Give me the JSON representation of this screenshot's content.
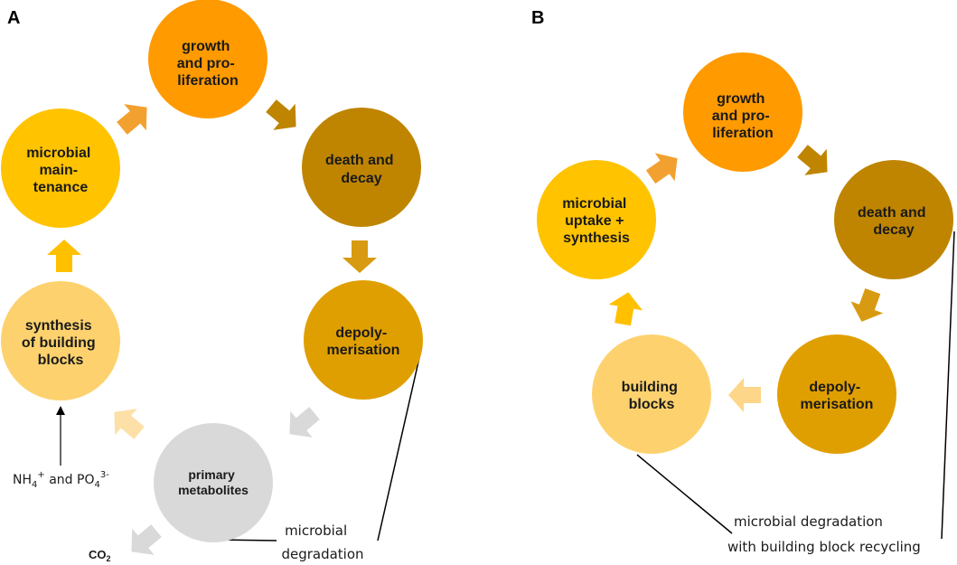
{
  "panel_a": {
    "letter": "A",
    "nodes": {
      "growth": [
        "growth",
        "and pro-",
        "liferation"
      ],
      "death": [
        "death and",
        "decay"
      ],
      "depoly": [
        "depoly-",
        "merisation"
      ],
      "primary": [
        "primary",
        "metabolites"
      ],
      "synthesis": [
        "synthesis",
        "of building",
        "blocks"
      ],
      "maintenance": [
        "microbial",
        "main-",
        "tenance"
      ]
    },
    "nutrients": {
      "nh4": "NH",
      "nh4_sub": "4",
      "nh4_sup": "+",
      "and": " and PO",
      "po4_sub": "4",
      "po4_sup": "3-"
    },
    "co2": {
      "main": "CO",
      "sub": "2"
    },
    "annotation": [
      "microbial",
      "degradation"
    ]
  },
  "panel_b": {
    "letter": "B",
    "nodes": {
      "growth": [
        "growth",
        "and pro-",
        "liferation"
      ],
      "death": [
        "death and",
        "decay"
      ],
      "depoly": [
        "depoly-",
        "merisation"
      ],
      "blocks": [
        "building",
        "blocks"
      ],
      "uptake": [
        "microbial",
        "uptake +",
        "synthesis"
      ]
    },
    "annotation": [
      "microbial degradation",
      "with building block recycling"
    ]
  },
  "colors": {
    "growth": "#FF9A00",
    "death": "#BF8500",
    "depoly": "#E09F00",
    "maintenance": "#FFC300",
    "synthesis": "#FDD26E",
    "primary": "#D9D9D9",
    "arrow_growth": "#F2A030",
    "arrow_death": "#BF8500",
    "arrow_depoly": "#D89A10",
    "arrow_grey": "#D9D9D9",
    "arrow_light": "#FCE0A8",
    "arrow_yellow": "#FFC000",
    "arrow_pale": "#FDD68A"
  }
}
